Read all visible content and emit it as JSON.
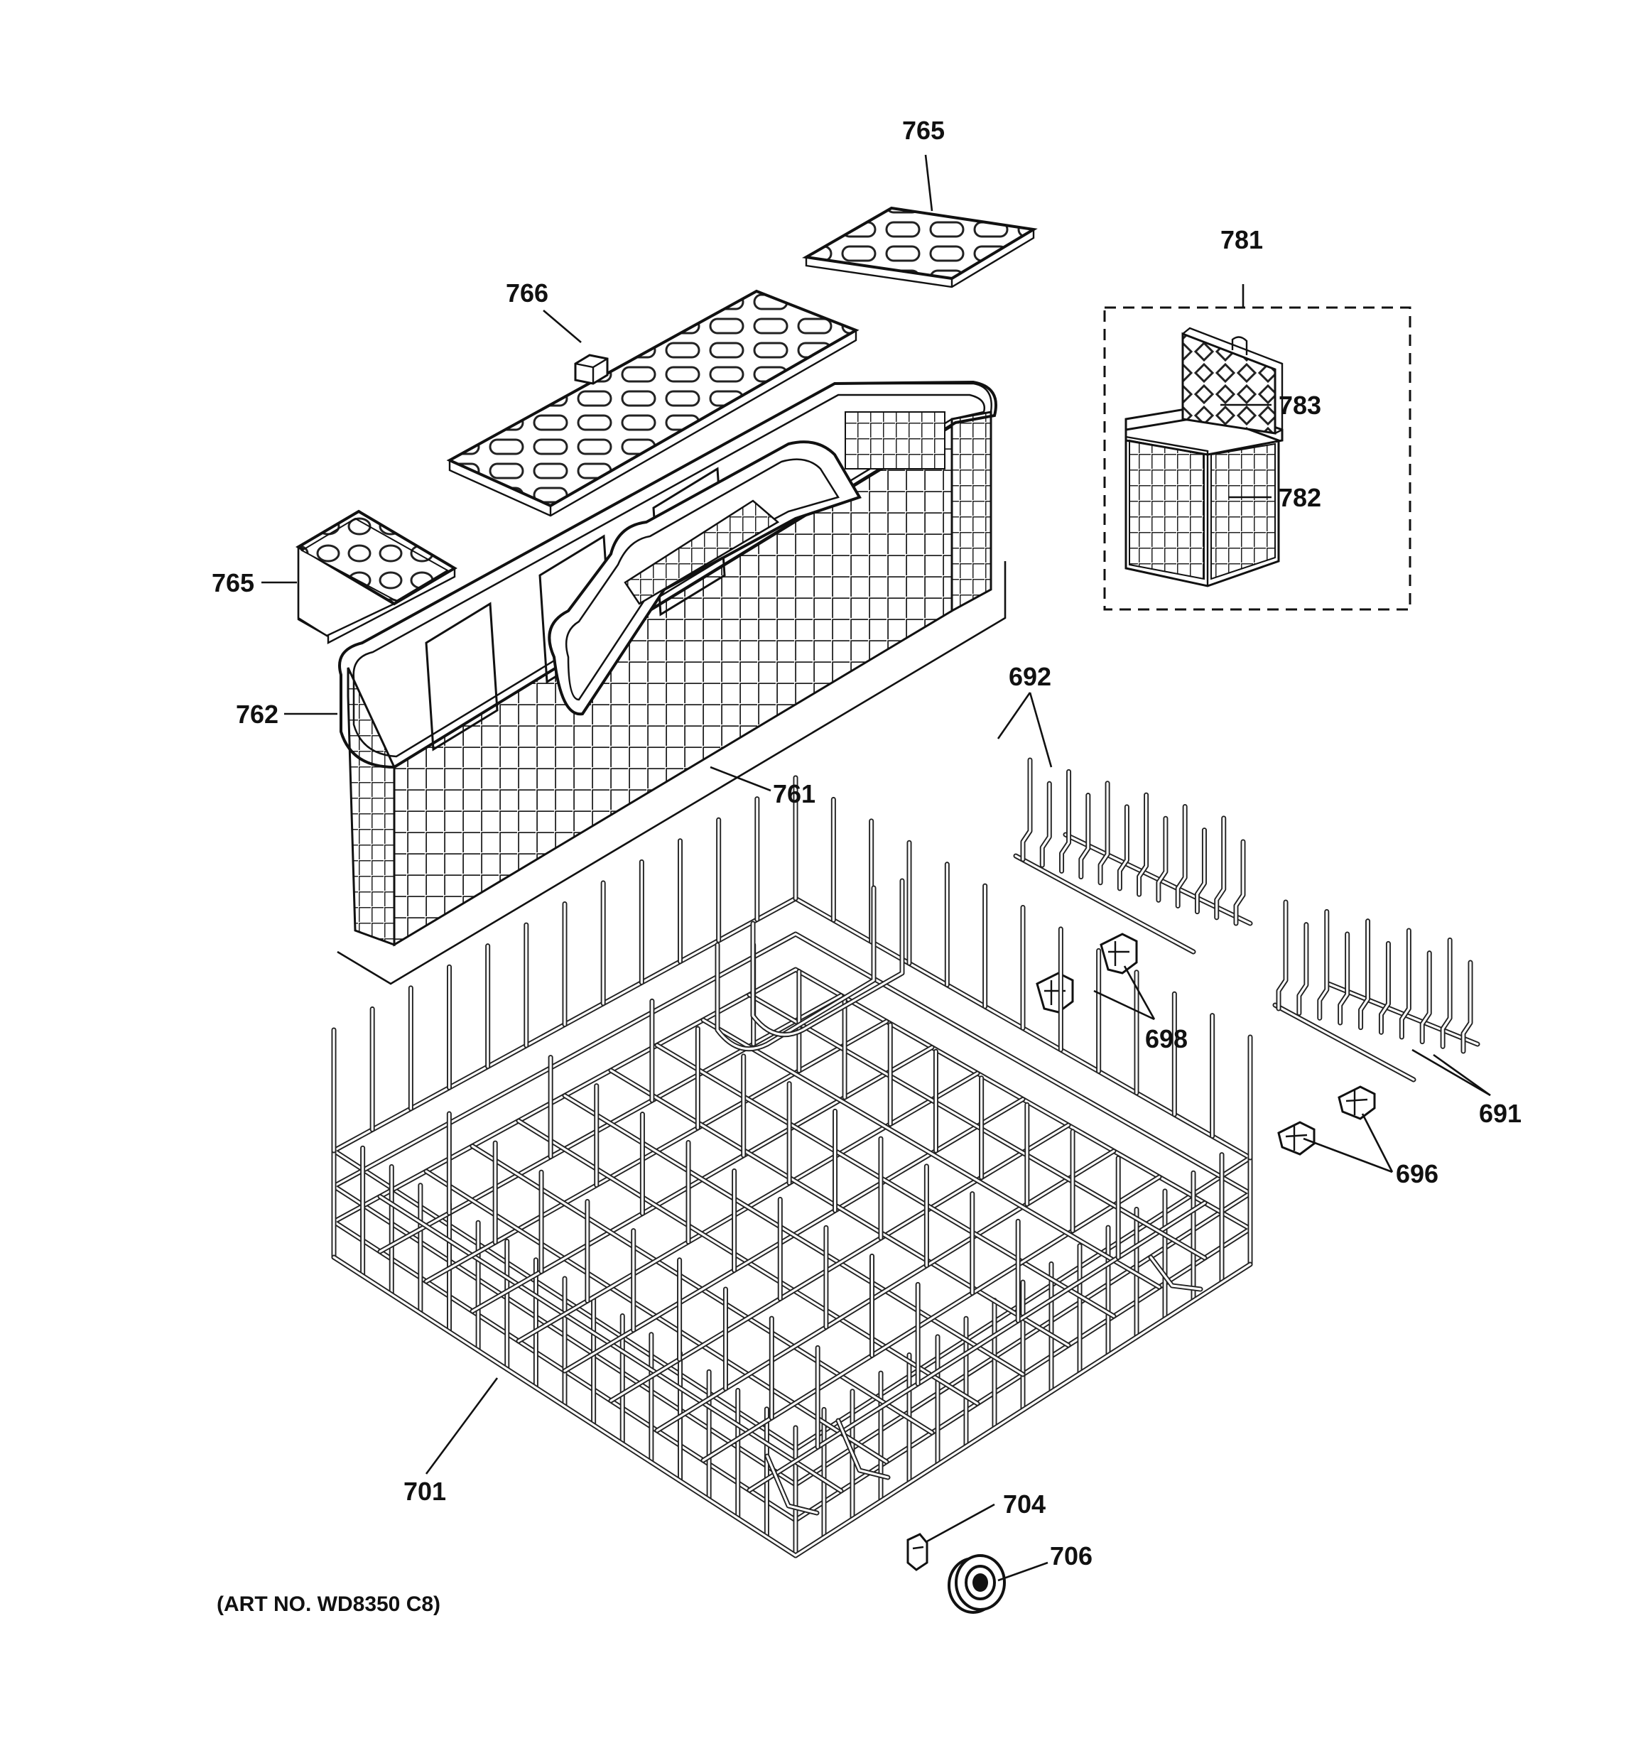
{
  "labels": {
    "p765_top": "765",
    "p766": "766",
    "p765_left": "765",
    "p762": "762",
    "p761": "761",
    "p781": "781",
    "p783": "783",
    "p782": "782",
    "p692": "692",
    "p698": "698",
    "p691": "691",
    "p696": "696",
    "p701": "701",
    "p704": "704",
    "p706": "706"
  },
  "art_number": "(ART NO. WD8350 C8)"
}
